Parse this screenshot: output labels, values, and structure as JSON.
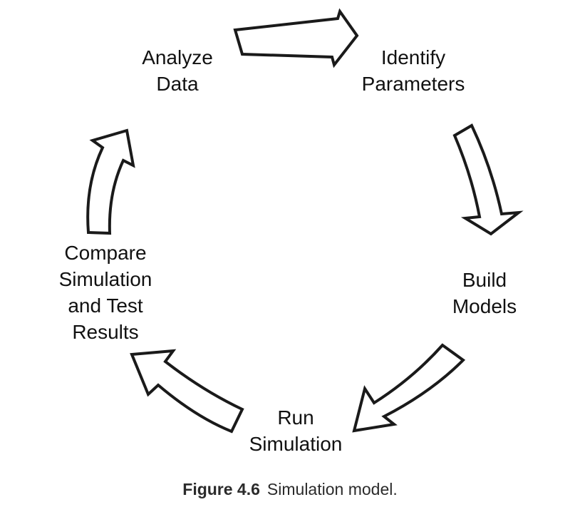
{
  "diagram": {
    "nodes": {
      "analyze": [
        "Analyze",
        "Data"
      ],
      "identify": [
        "Identify",
        "Parameters"
      ],
      "build": [
        "Build",
        "Models"
      ],
      "run": [
        "Run",
        "Simulation"
      ],
      "compare": [
        "Compare",
        "Simulation",
        "and Test",
        "Results"
      ]
    },
    "flow": [
      "Identify Parameters",
      "Build Models",
      "Run Simulation",
      "Compare Simulation and Test Results",
      "Analyze Data"
    ]
  },
  "caption": {
    "number": "Figure 4.6",
    "text": "Simulation model."
  }
}
